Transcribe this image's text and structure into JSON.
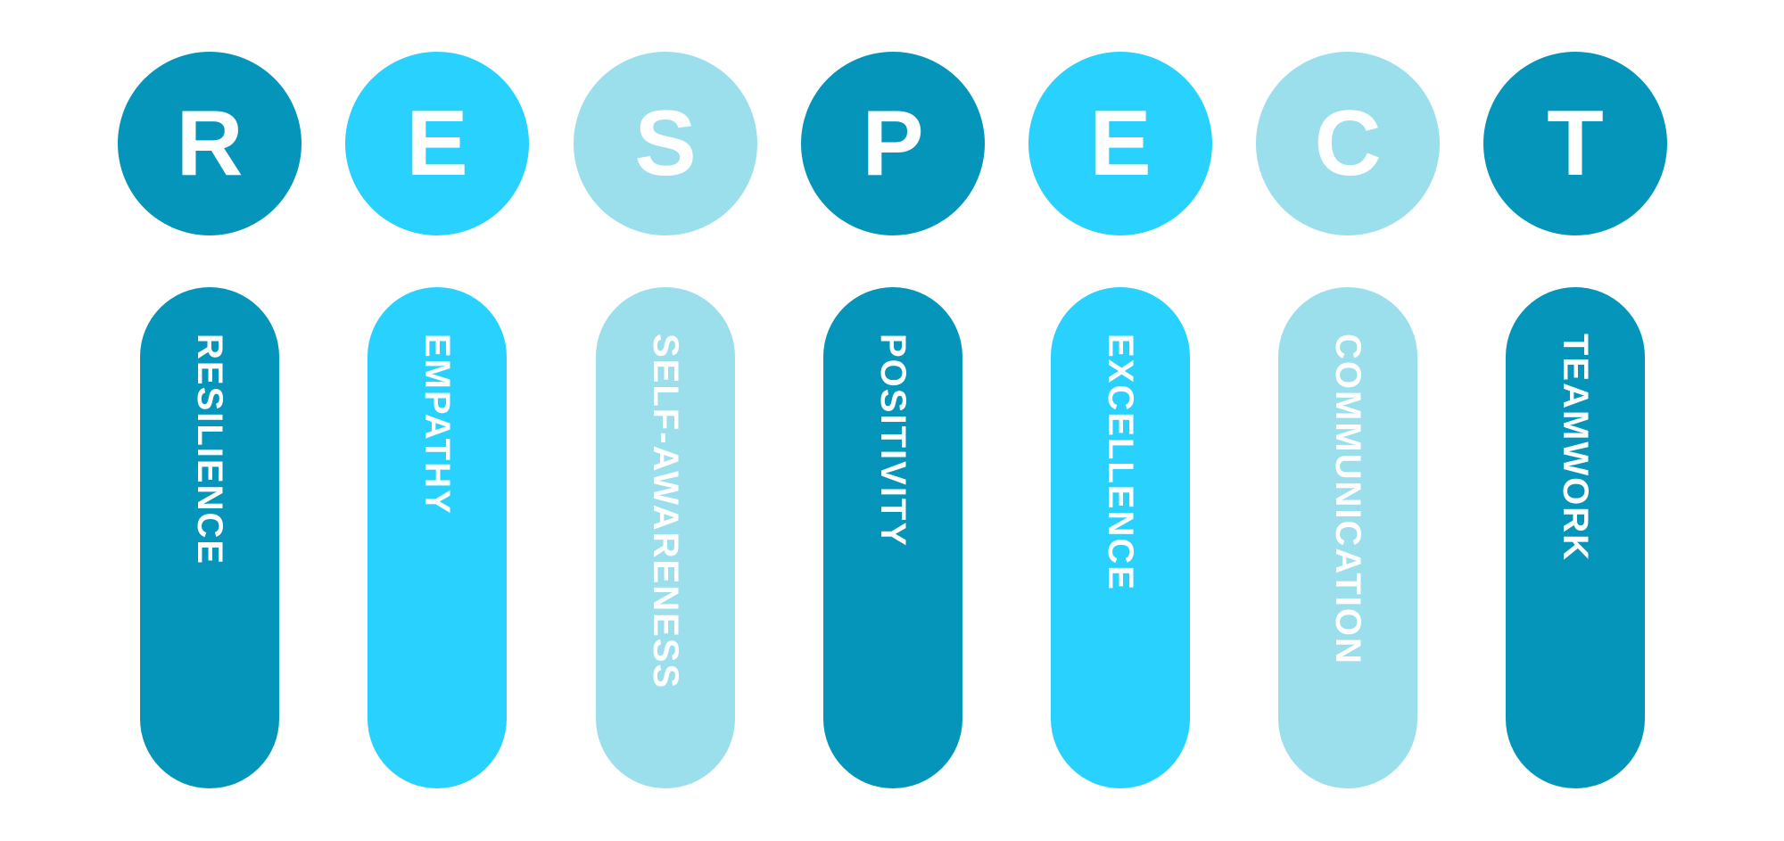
{
  "colors": {
    "dark_teal": "#0595BA",
    "bright_cyan": "#29D1FF",
    "light_blue": "#9BDFEC",
    "text_white": "#FFFFFF"
  },
  "acronym": [
    {
      "letter": "R",
      "word": "RESILIENCE",
      "color": "#0595BA"
    },
    {
      "letter": "E",
      "word": "EMPATHY",
      "color": "#29D1FF"
    },
    {
      "letter": "S",
      "word": "SELF-AWARENESS",
      "color": "#9BDFEC"
    },
    {
      "letter": "P",
      "word": "POSITIVITY",
      "color": "#0595BA"
    },
    {
      "letter": "E",
      "word": "EXCELLENCE",
      "color": "#29D1FF"
    },
    {
      "letter": "C",
      "word": "COMMUNICATION",
      "color": "#9BDFEC"
    },
    {
      "letter": "T",
      "word": "TEAMWORK",
      "color": "#0595BA"
    }
  ]
}
